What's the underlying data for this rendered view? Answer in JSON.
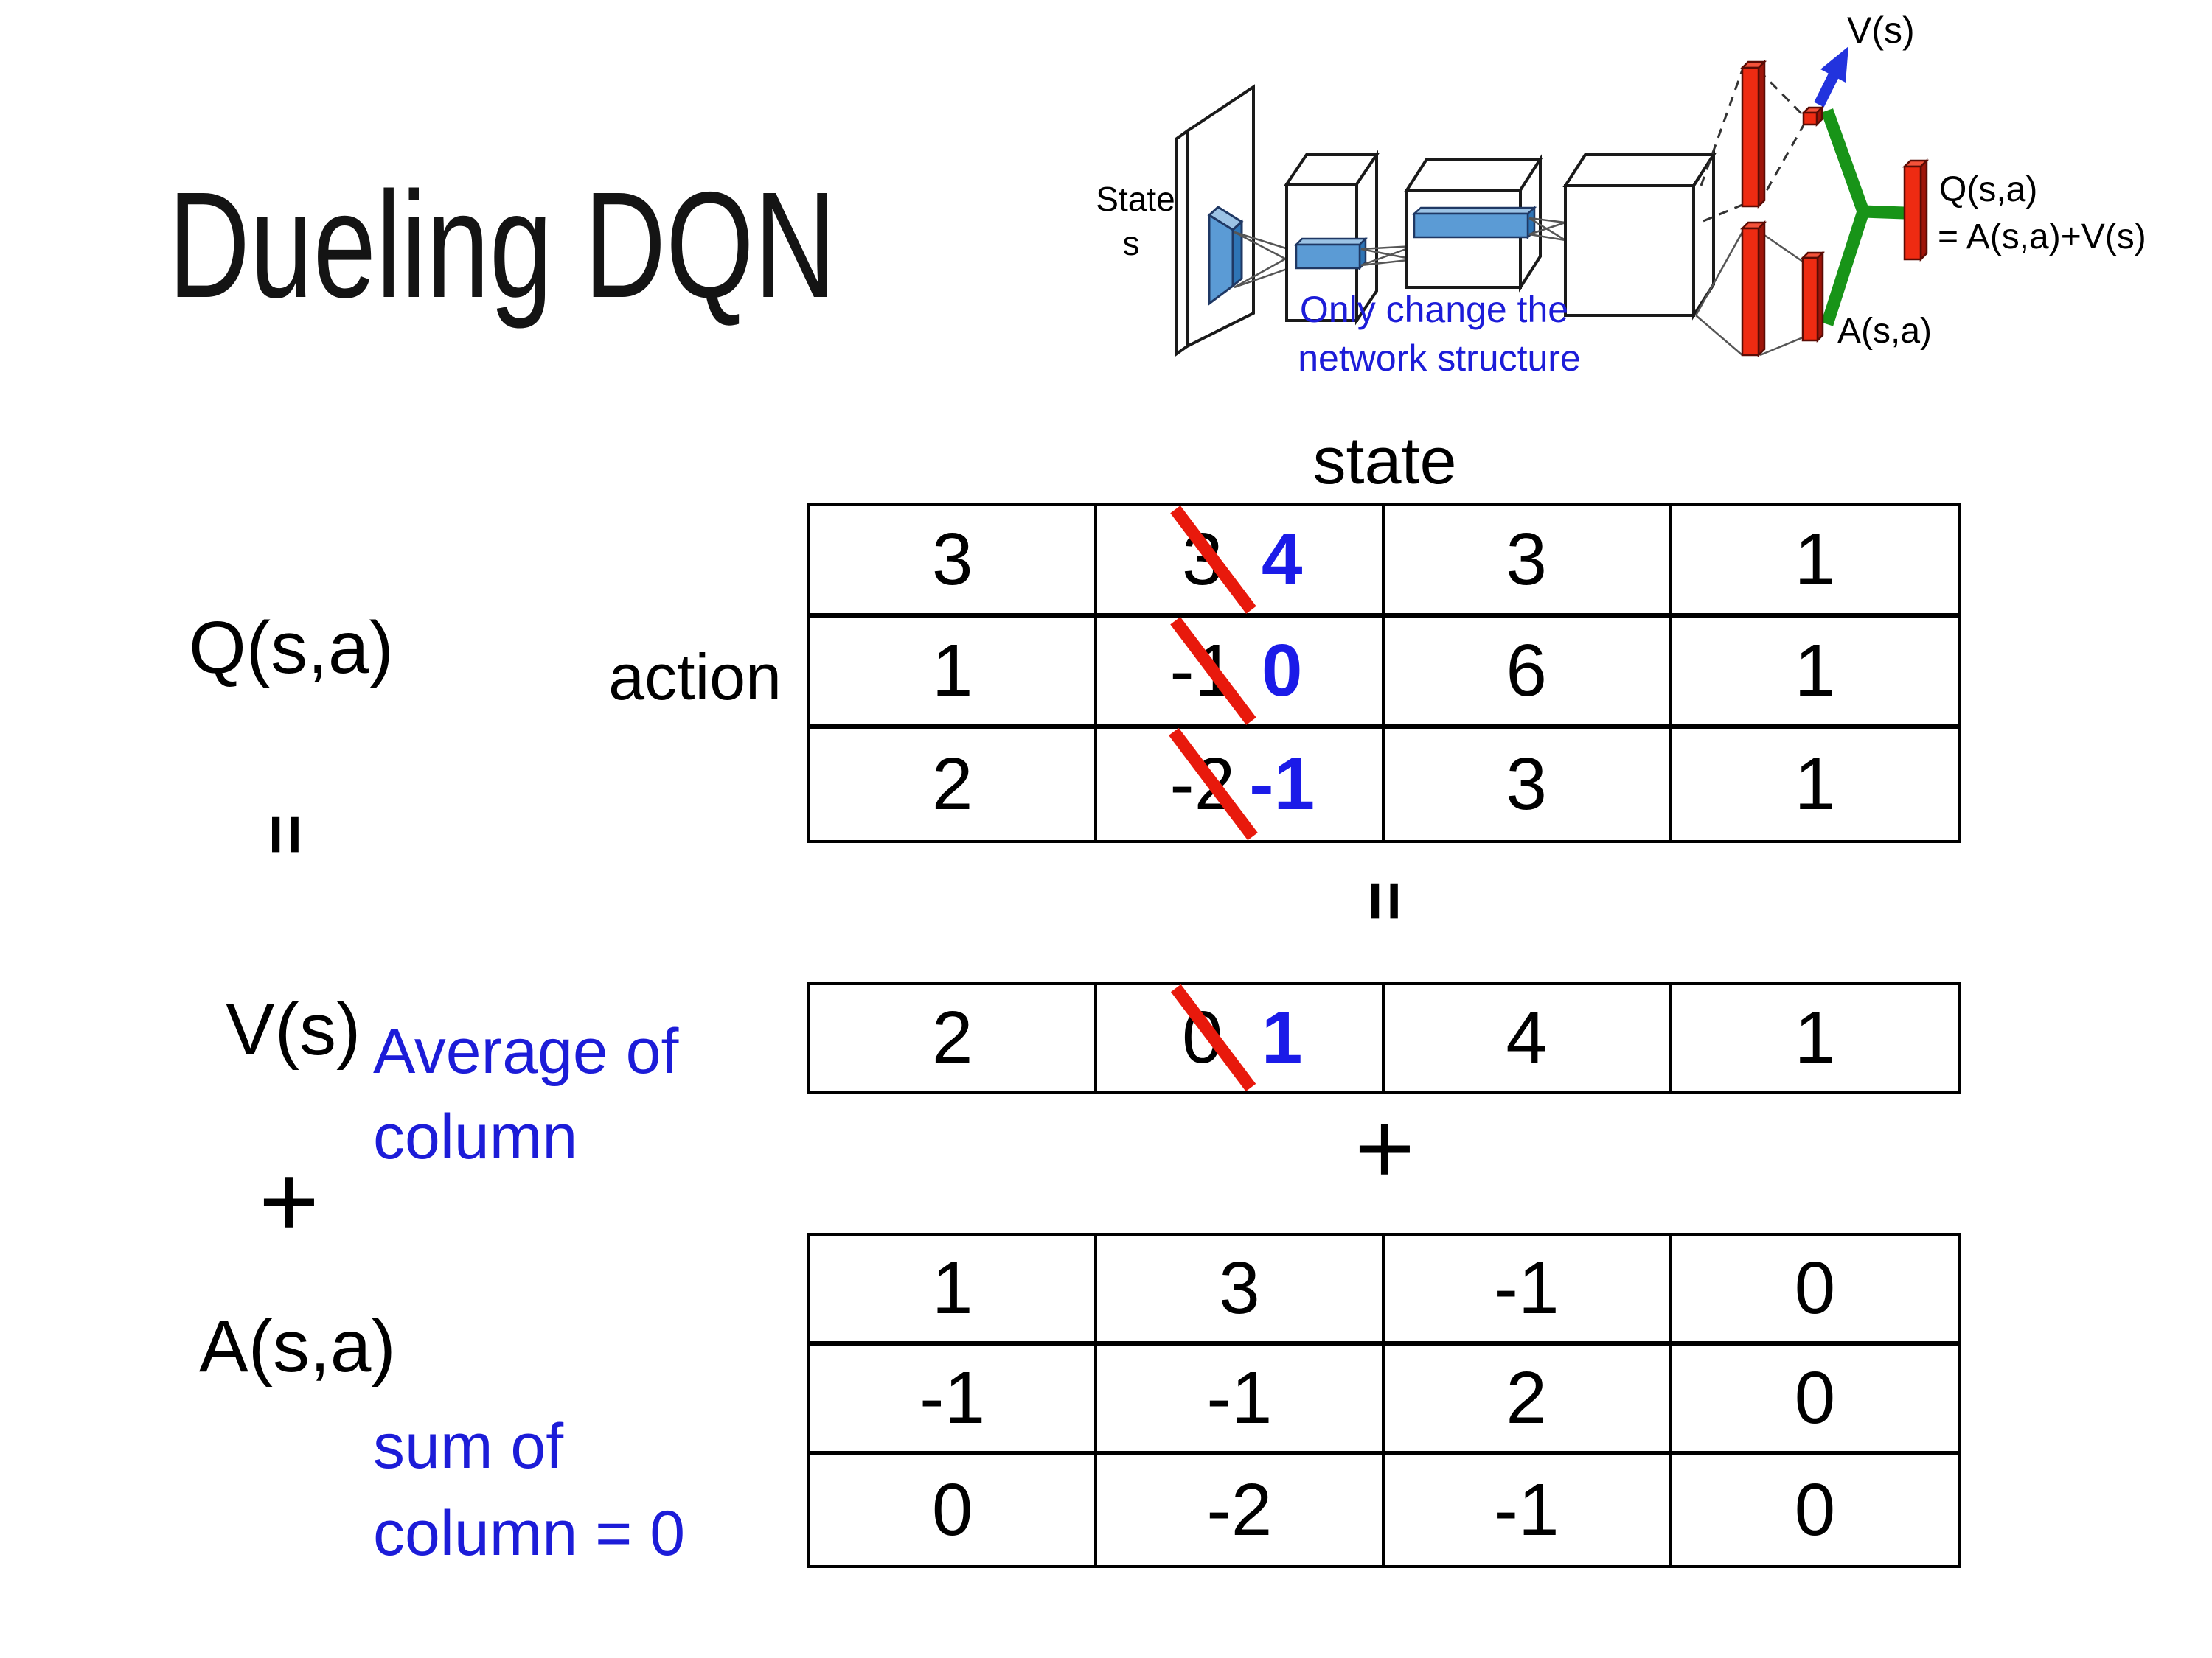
{
  "title": "Dueling DQN",
  "colors": {
    "correction_blue": "#1b1be8",
    "annotation_blue": "#1c1cd8",
    "strike_red": "#e8190c",
    "bar_red": "#ee2b12",
    "join_green": "#189418",
    "arrow_blue": "#2233dd",
    "feature_blue": "#5b9bd5"
  },
  "diagram": {
    "state_line1": "State",
    "state_line2": "s",
    "note_line1": "Only change the",
    "note_line2": "network structure",
    "v_output_label": "V(s)",
    "q_output_line1": "Q(s,a)",
    "q_output_line2": "= A(s,a)+V(s)",
    "a_output_label": "A(s,a)"
  },
  "decomposition": {
    "q_label": "Q(s,a)",
    "equals": "=",
    "plus": "+",
    "v_label": "V(s)",
    "a_label": "A(s,a)",
    "state_header": "state",
    "action_label": "action",
    "avg_note_line1": "Average of",
    "avg_note_line2": "column",
    "sum_note_line1": "sum of",
    "sum_note_line2": "column = 0"
  },
  "tables": {
    "q": {
      "rows": [
        [
          "3",
          {
            "old": "3",
            "new": "4"
          },
          "3",
          "1"
        ],
        [
          "1",
          {
            "old": "-1",
            "new": "0"
          },
          "6",
          "1"
        ],
        [
          "2",
          {
            "old": "-2",
            "new": "-1"
          },
          "3",
          "1"
        ]
      ]
    },
    "v": {
      "rows": [
        [
          "2",
          {
            "old": "0",
            "new": "1"
          },
          "4",
          "1"
        ]
      ]
    },
    "a": {
      "rows": [
        [
          "1",
          "3",
          "-1",
          "0"
        ],
        [
          "-1",
          "-1",
          "2",
          "0"
        ],
        [
          "0",
          "-2",
          "-1",
          "0"
        ]
      ]
    }
  }
}
